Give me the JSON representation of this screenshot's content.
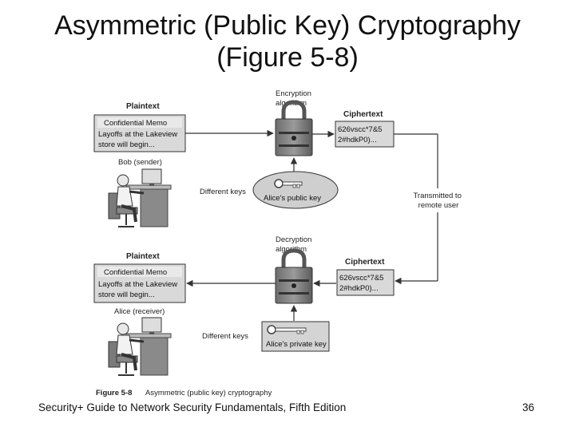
{
  "slide": {
    "title_line1": "Asymmetric (Public Key) Cryptography",
    "title_line2": "(Figure 5-8)",
    "footer_text": "Security+ Guide to Network Security Fundamentals, Fifth Edition",
    "page_number": "36"
  },
  "figure": {
    "caption_label": "Figure 5-8",
    "caption_text": "Asymmetric (public key) cryptography",
    "top": {
      "plaintext_heading": "Plaintext",
      "memo_line1": "Confidential Memo",
      "memo_line2": "Layoffs at the Lakeview",
      "memo_line3": "store will begin...",
      "person_label": "Bob (sender)",
      "algorithm_line1": "Encryption",
      "algorithm_line2": "algorithm",
      "ciphertext_heading": "Ciphertext",
      "cipher_line1": "626vscc*7&5",
      "cipher_line2": "2#hdkP0)...",
      "different_keys": "Different keys",
      "key_label": "Alice's public key"
    },
    "transmit_line1": "Transmitted to",
    "transmit_line2": "remote user",
    "bottom": {
      "plaintext_heading": "Plaintext",
      "memo_line1": "Confidential Memo",
      "memo_line2": "Layoffs at the Lakeview",
      "memo_line3": "store will begin...",
      "person_label": "Alice (receiver)",
      "algorithm_line1": "Decryption",
      "algorithm_line2": "algorithm",
      "ciphertext_heading": "Ciphertext",
      "cipher_line1": "626vscc*7&5",
      "cipher_line2": "2#hdkP0)...",
      "different_keys": "Different keys",
      "key_label": "Alice's private key"
    }
  }
}
